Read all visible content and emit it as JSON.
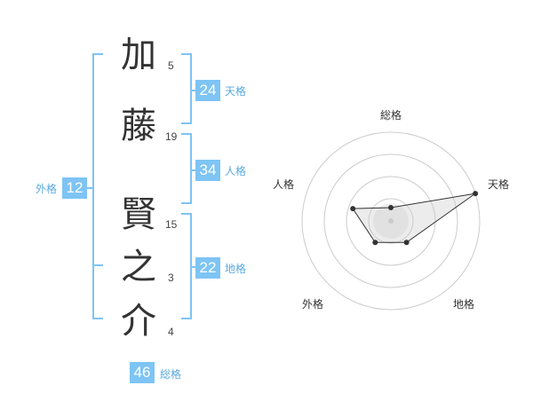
{
  "name": {
    "characters": [
      {
        "char": "加",
        "strokes": "5"
      },
      {
        "char": "藤",
        "strokes": "19"
      },
      {
        "char": "賢",
        "strokes": "15"
      },
      {
        "char": "之",
        "strokes": "3"
      },
      {
        "char": "介",
        "strokes": "4"
      }
    ]
  },
  "kakusuu": {
    "tenkaku": {
      "value": "24",
      "label": "天格"
    },
    "jinkaku": {
      "value": "34",
      "label": "人格"
    },
    "chikaku": {
      "value": "22",
      "label": "地格"
    },
    "gaikaku": {
      "value": "12",
      "label": "外格"
    },
    "soukaku": {
      "value": "46",
      "label": "総格"
    }
  },
  "colors": {
    "accent": "#7ec4f4",
    "accent_text": "#5aa9de",
    "radar_fill": "#e6e6e6",
    "ring": "#cccccc"
  },
  "chart_data": {
    "type": "radar",
    "axes": [
      "総格",
      "天格",
      "地格",
      "外格",
      "人格"
    ],
    "values": [
      0.15,
      1.0,
      0.3,
      0.3,
      0.45
    ],
    "rings": 4,
    "range": [
      0,
      1
    ]
  }
}
